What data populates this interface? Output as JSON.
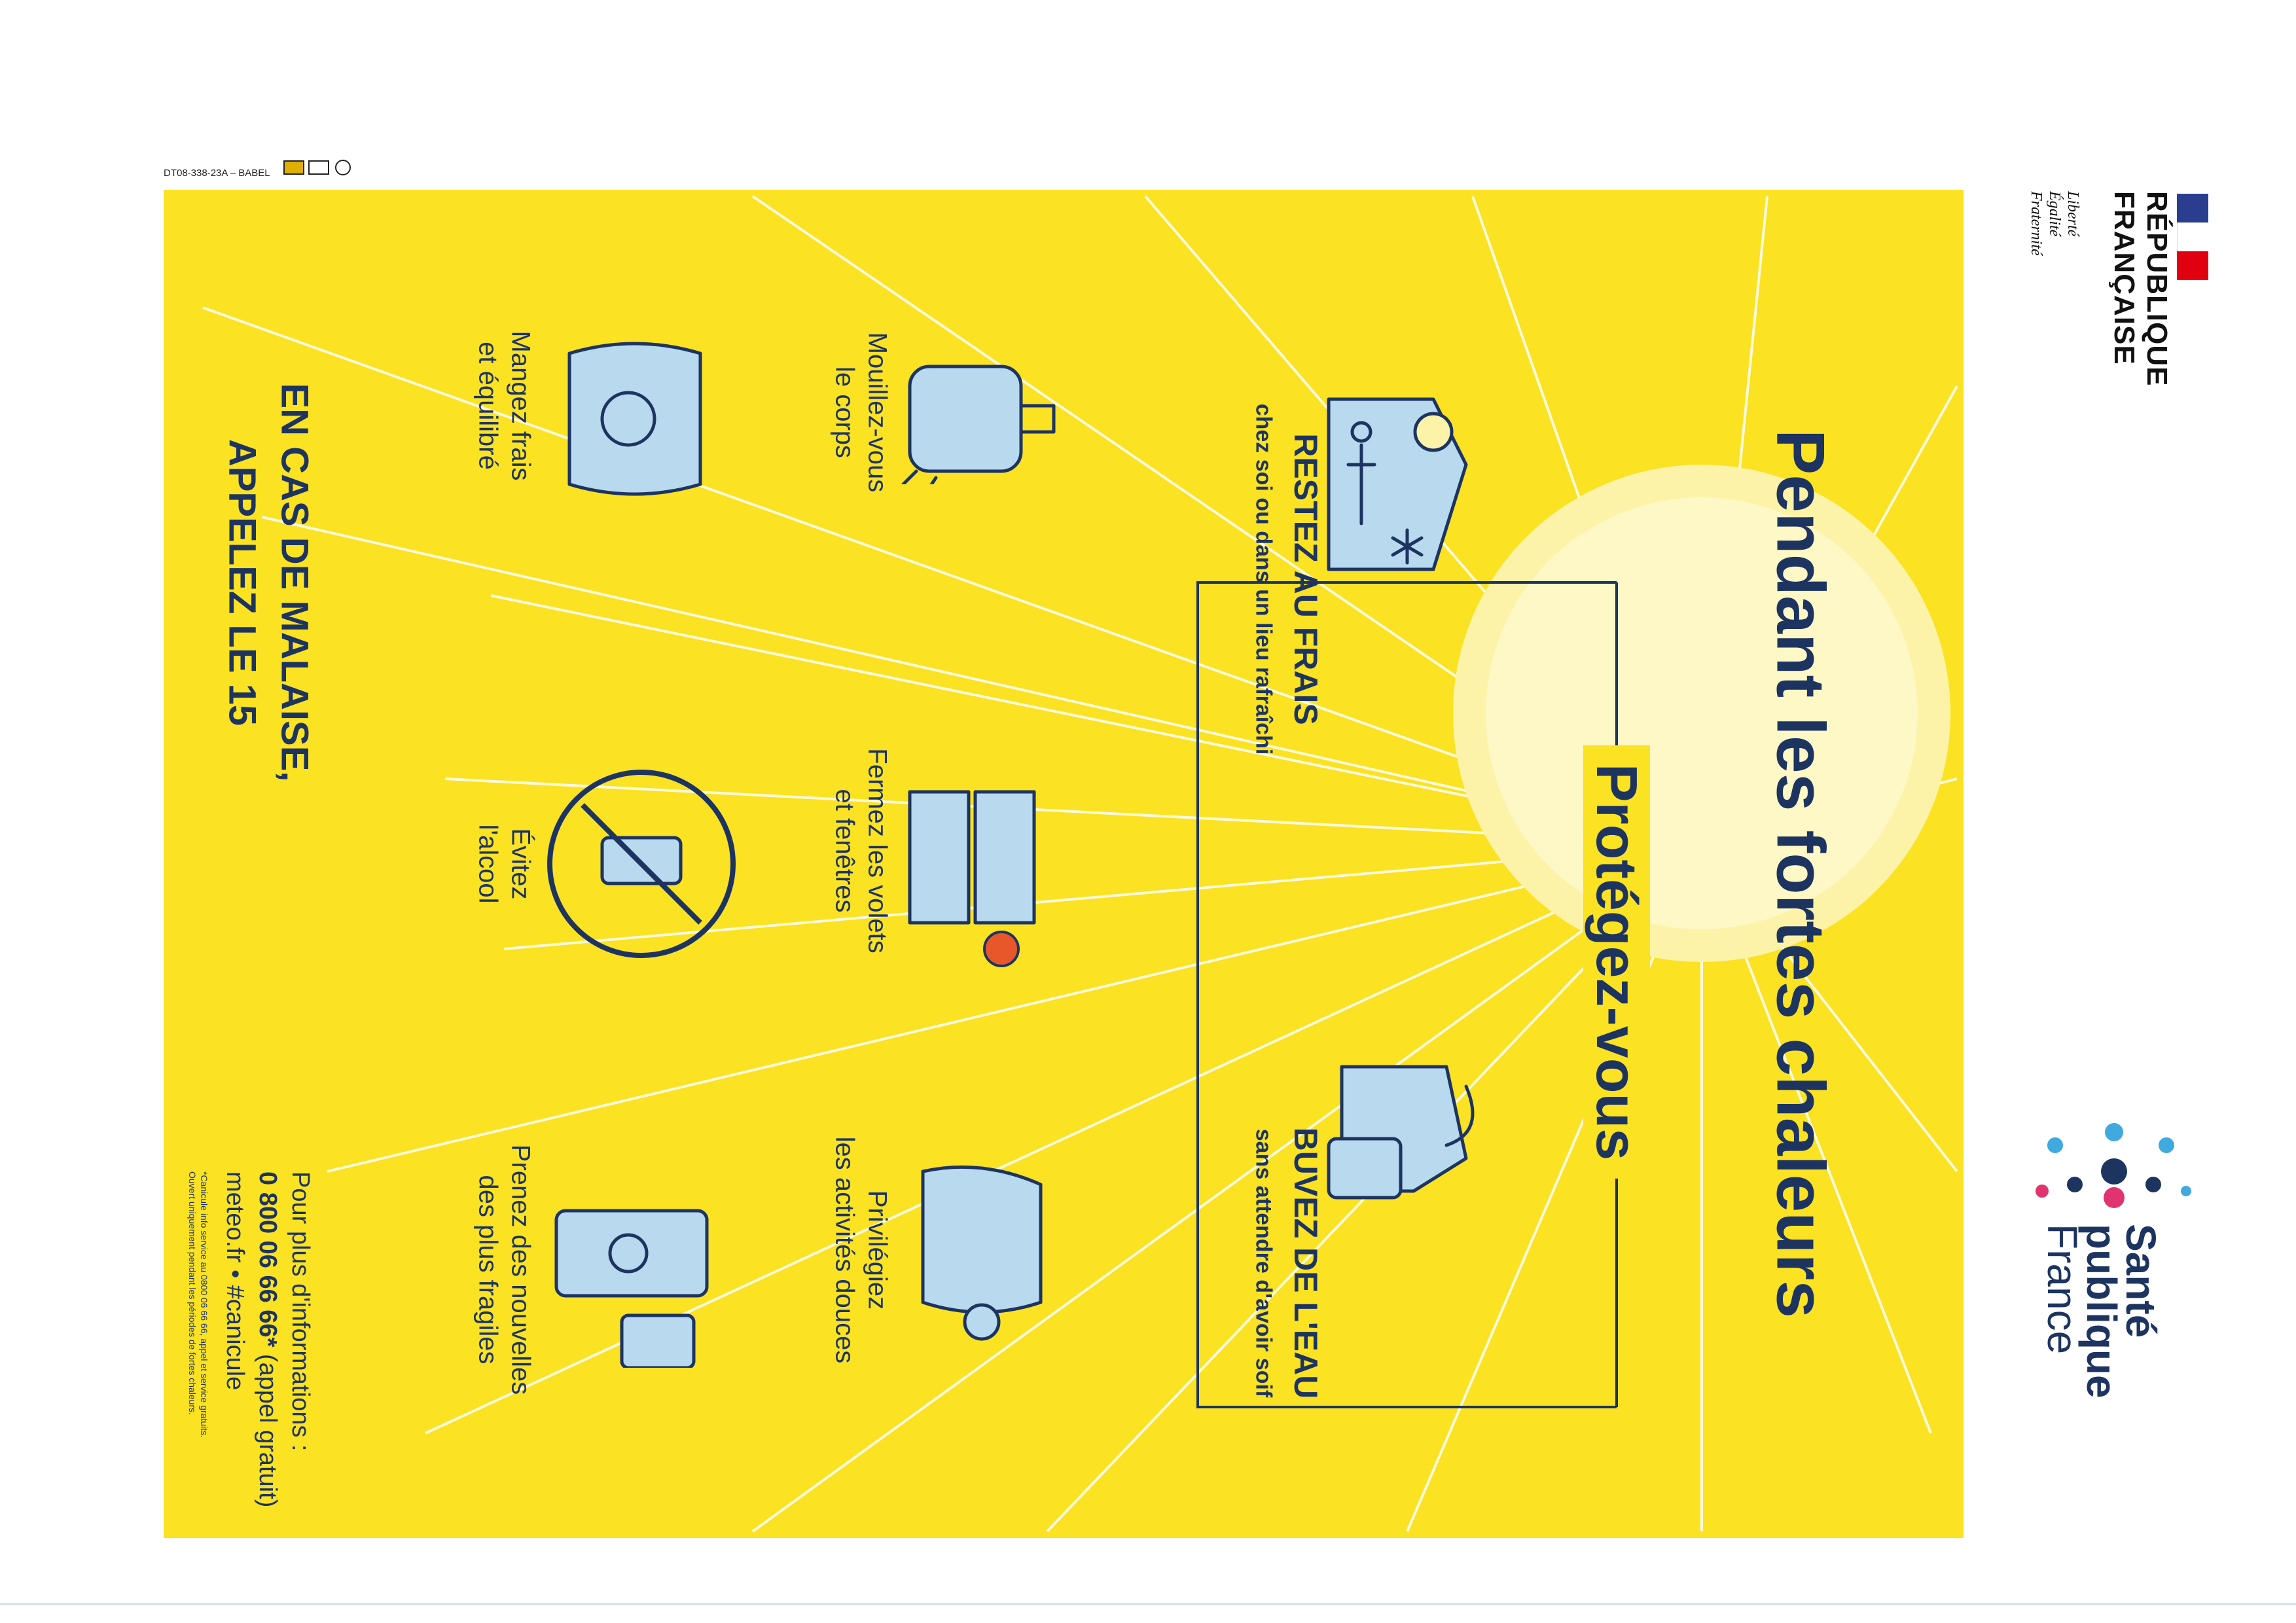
{
  "doc_code": "DT08-338-23A – BABEL",
  "header_logo": {
    "line1": "RÉPUBLIQUE",
    "line2": "FRANÇAISE",
    "motto1": "Liberté",
    "motto2": "Égalité",
    "motto3": "Fraternité"
  },
  "title": "Pendant les fortes chaleurs",
  "subtitle": "Protégez-vous",
  "main_advice": [
    {
      "heading": "RESTEZ AU FRAIS",
      "sub": "chez soi ou dans un lieu rafraîchi",
      "icon": "cool-room-icon"
    },
    {
      "heading": "BUVEZ DE L'EAU",
      "sub": "sans attendre d'avoir soif",
      "icon": "water-jug-icon"
    }
  ],
  "tips": [
    {
      "line1": "Mouillez-vous",
      "line2": "le corps",
      "icon": "spray-bottle-icon"
    },
    {
      "line1": "Fermez les volets",
      "line2": "et fenêtres",
      "icon": "shutters-icon"
    },
    {
      "line1": "Privilégiez",
      "line2": "les activités douces",
      "icon": "meditation-icon"
    },
    {
      "line1": "Mangez frais",
      "line2": "et équilibré",
      "icon": "food-bowl-icon"
    },
    {
      "line1": "Évitez",
      "line2": "l'alcool",
      "icon": "no-alcohol-icon"
    },
    {
      "line1": "Prenez des nouvelles",
      "line2": "des plus fragiles",
      "icon": "phone-call-icon"
    }
  ],
  "emergency": {
    "line1": "EN CAS DE MALAISE,",
    "line2": "APPELEZ LE 15"
  },
  "info": {
    "line1": "Pour plus d'informations :",
    "phone": "0 800 06 66 66*",
    "phone_note": " (appel gratuit)",
    "line3": "meteo.fr • #canicule",
    "footnote1": "*Canicule info service au 0800 06 66 66, appel et service gratuits.",
    "footnote2": "Ouvert uniquement pendant les périodes de fortes chaleurs."
  },
  "brand": {
    "line1": "Santé",
    "line2": "publique",
    "line3": "France"
  },
  "colors": {
    "poster_yellow": "#fbe223",
    "navy": "#1d3461",
    "light_blue": "#b8d9ee",
    "sun": "#fdf3a8",
    "alert_orange": "#e8572a"
  }
}
